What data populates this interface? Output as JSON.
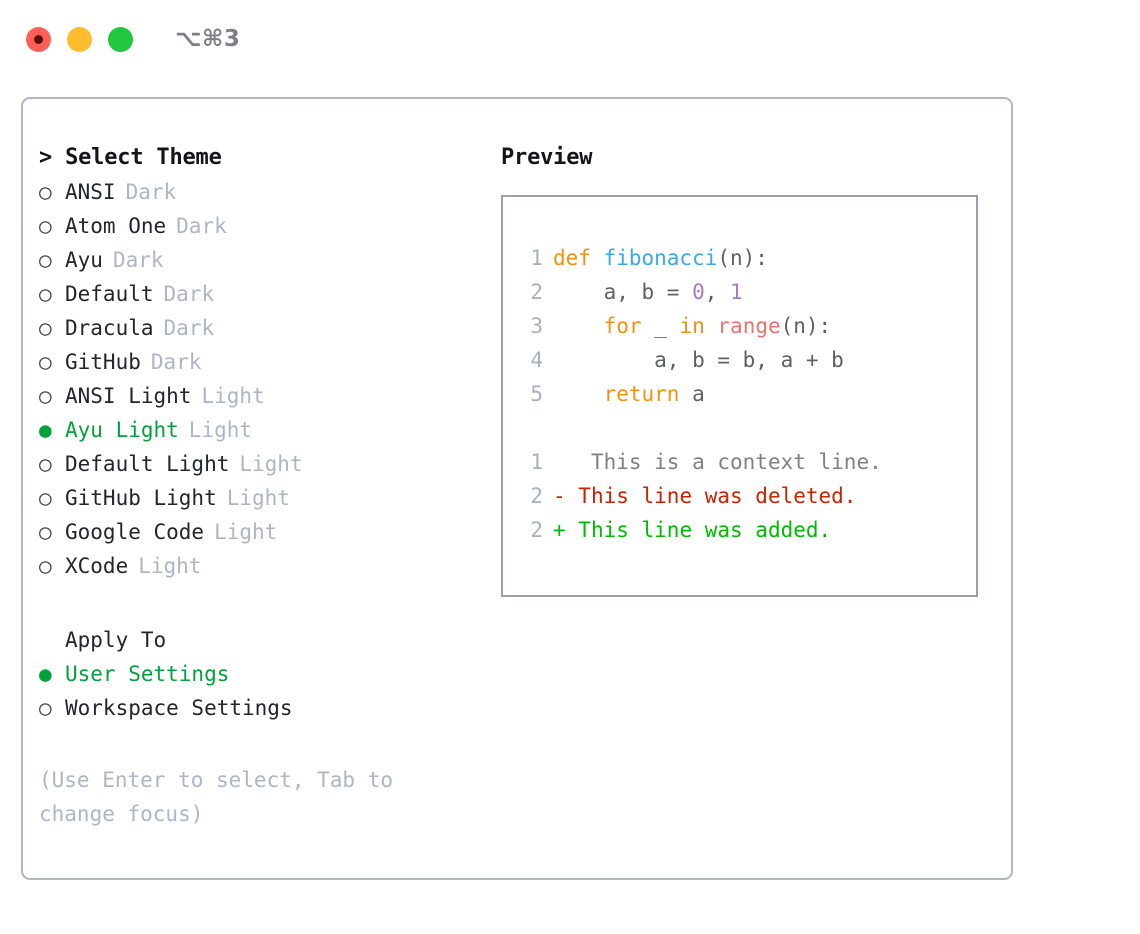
{
  "titlebar": {
    "shortcut": "⌥⌘3",
    "lights": [
      {
        "name": "close-recording",
        "color": "#ff5f57"
      },
      {
        "name": "minimize",
        "color": "#febc2e"
      },
      {
        "name": "maximize",
        "color": "#23c63f"
      }
    ]
  },
  "theme_list": {
    "header": "> Select Theme",
    "bullet_on": "●",
    "bullet_off": "○",
    "items": [
      {
        "label": "ANSI",
        "tag": "Dark",
        "selected": false
      },
      {
        "label": "Atom One",
        "tag": "Dark",
        "selected": false
      },
      {
        "label": "Ayu",
        "tag": "Dark",
        "selected": false
      },
      {
        "label": "Default",
        "tag": "Dark",
        "selected": false
      },
      {
        "label": "Dracula",
        "tag": "Dark",
        "selected": false
      },
      {
        "label": "GitHub",
        "tag": "Dark",
        "selected": false
      },
      {
        "label": "ANSI Light",
        "tag": "Light",
        "selected": false
      },
      {
        "label": "Ayu Light",
        "tag": "Light",
        "selected": true
      },
      {
        "label": "Default Light",
        "tag": "Light",
        "selected": false
      },
      {
        "label": "GitHub Light",
        "tag": "Light",
        "selected": false
      },
      {
        "label": "Google Code",
        "tag": "Light",
        "selected": false
      },
      {
        "label": "XCode",
        "tag": "Light",
        "selected": false
      }
    ]
  },
  "apply_to": {
    "title": "Apply To",
    "items": [
      {
        "label": "User Settings",
        "selected": true
      },
      {
        "label": "Workspace Settings",
        "selected": false
      }
    ]
  },
  "hint": "(Use Enter to select, Tab to change focus)",
  "preview": {
    "header": "Preview",
    "code": [
      {
        "ln": "1",
        "tokens": [
          {
            "t": "def ",
            "c": "kw"
          },
          {
            "t": "fibonacci",
            "c": "fn"
          },
          {
            "t": "(n):",
            "c": "pun"
          }
        ]
      },
      {
        "ln": "2",
        "tokens": [
          {
            "t": "    a, b = ",
            "c": "pun"
          },
          {
            "t": "0",
            "c": "num"
          },
          {
            "t": ", ",
            "c": "pun"
          },
          {
            "t": "1",
            "c": "num"
          }
        ]
      },
      {
        "ln": "3",
        "tokens": [
          {
            "t": "    ",
            "c": "pun"
          },
          {
            "t": "for",
            "c": "kw"
          },
          {
            "t": " _ ",
            "c": "pun"
          },
          {
            "t": "in",
            "c": "kw"
          },
          {
            "t": " ",
            "c": "pun"
          },
          {
            "t": "range",
            "c": "call"
          },
          {
            "t": "(n):",
            "c": "pun"
          }
        ]
      },
      {
        "ln": "4",
        "tokens": [
          {
            "t": "        a, b = b, a + b",
            "c": "pun"
          }
        ]
      },
      {
        "ln": "5",
        "tokens": [
          {
            "t": "    ",
            "c": "pun"
          },
          {
            "t": "return",
            "c": "kw"
          },
          {
            "t": " a",
            "c": "pun"
          }
        ]
      }
    ],
    "diff": [
      {
        "ln": "1",
        "marker": " ",
        "text": "  This is a context line.",
        "kind": "ctx"
      },
      {
        "ln": "2",
        "marker": "-",
        "text": " This line was deleted.",
        "kind": "del"
      },
      {
        "ln": "2",
        "marker": "+",
        "text": " This line was added.",
        "kind": "add"
      }
    ]
  },
  "colors": {
    "panel_border": "#b0b7c3",
    "code_border": "#98a0b3",
    "accent_green": "#00a23a",
    "muted": "#aeb5c4",
    "text": "#22252b",
    "keyword": "#f2920d",
    "function": "#39a8f0",
    "number": "#a37acc",
    "call": "#f07171",
    "diff_add": "#00bb00",
    "diff_del": "#cc2200",
    "diff_ctx": "#808080"
  }
}
